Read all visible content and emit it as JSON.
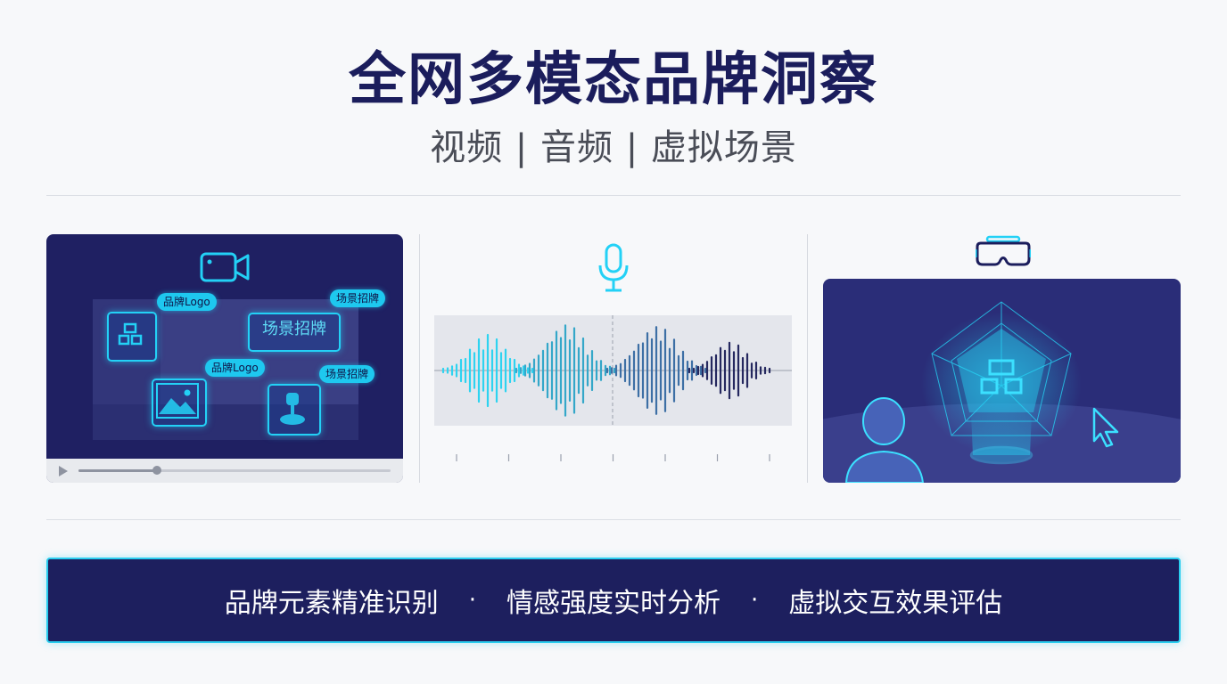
{
  "header": {
    "title": "全网多模态品牌洞察",
    "subtitle": "视频 | 音频 | 虚拟场景"
  },
  "video_panel": {
    "tags": [
      "品牌Logo",
      "场景招牌",
      "品牌Logo",
      "场景招牌"
    ],
    "sign_text": "场景招牌",
    "playback_progress": 0.25
  },
  "icons": [
    "video-camera-icon",
    "microphone-icon",
    "vr-headset-icon",
    "cursor-icon",
    "person-icon",
    "image-icon",
    "grid-icon"
  ],
  "banner": {
    "items": [
      "品牌元素精准识别",
      "情感强度实时分析",
      "虚拟交互效果评估"
    ],
    "separator": "·"
  },
  "colors": {
    "navy": "#1d1f5e",
    "accent": "#23d1f6",
    "background": "#f7f8fa"
  }
}
